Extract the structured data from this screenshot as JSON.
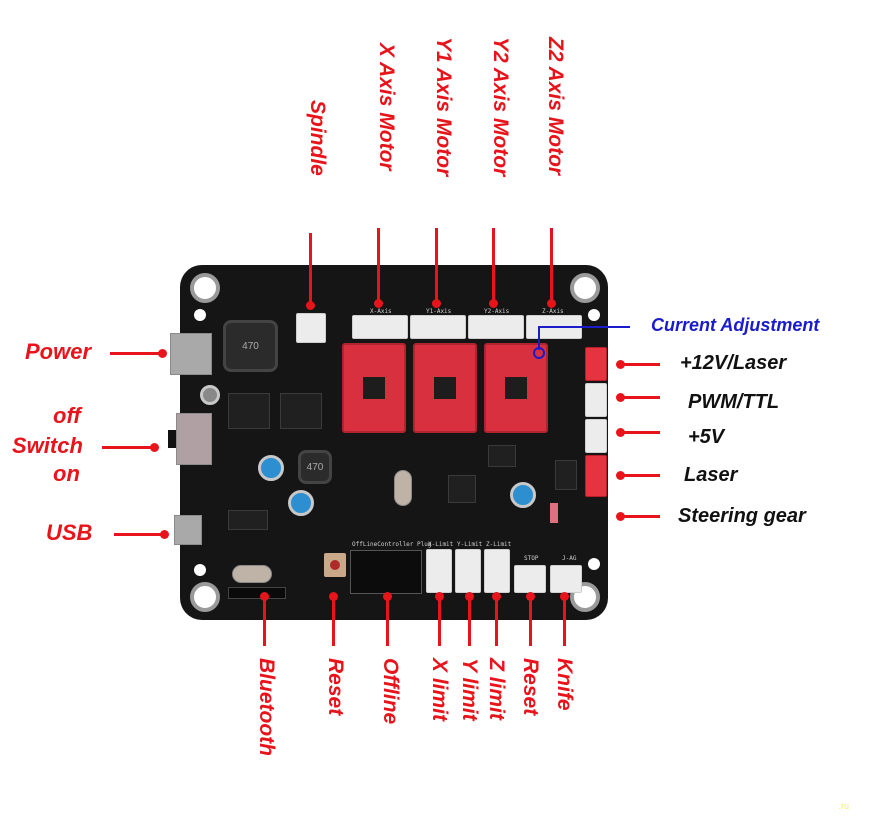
{
  "title": "CNC controller board connector diagram",
  "colors": {
    "label_red": "#e8141b",
    "label_black": "#111111",
    "label_blue": "#1a1ccc",
    "board": "#151515"
  },
  "top_labels": [
    {
      "id": "spindle",
      "text": "Spindle"
    },
    {
      "id": "x-axis-motor",
      "text": "X Axis Motor"
    },
    {
      "id": "y1-axis-motor",
      "text": "Y1 Axis Motor"
    },
    {
      "id": "y2-axis-motor",
      "text": "Y2 Axis Motor"
    },
    {
      "id": "z2-axis-motor",
      "text": "Z2 Axis Motor"
    }
  ],
  "left_labels": [
    {
      "id": "power",
      "text": "Power"
    },
    {
      "id": "switch-off",
      "text": "off"
    },
    {
      "id": "switch",
      "text": "Switch"
    },
    {
      "id": "switch-on",
      "text": "on"
    },
    {
      "id": "usb",
      "text": "USB"
    }
  ],
  "right_labels": [
    {
      "id": "current-adjustment",
      "text": "Current Adjustment"
    },
    {
      "id": "12v-laser",
      "text": "+12V/Laser"
    },
    {
      "id": "pwm-ttl",
      "text": "PWM/TTL"
    },
    {
      "id": "5v",
      "text": "+5V"
    },
    {
      "id": "laser",
      "text": "Laser"
    },
    {
      "id": "steering-gear",
      "text": "Steering gear"
    }
  ],
  "bottom_labels": [
    {
      "id": "bluetooth",
      "text": "Bluetooth"
    },
    {
      "id": "reset-1",
      "text": "Reset"
    },
    {
      "id": "offline",
      "text": "Offline"
    },
    {
      "id": "x-limit",
      "text": "X limit"
    },
    {
      "id": "y-limit",
      "text": "Y limit"
    },
    {
      "id": "z-limit",
      "text": "Z limit"
    },
    {
      "id": "reset-2",
      "text": "Reset"
    },
    {
      "id": "knife",
      "text": "Knife"
    }
  ],
  "board_silkscreen": {
    "offline_header": "OffLineController Plug",
    "x_limit": "X-Limit",
    "y_limit": "Y-Limit",
    "z_limit": "Z-Limit",
    "stop": "STOP",
    "jog": "J-AG",
    "x_axis": "X-Axis",
    "y1_axis": "Y1-Axis",
    "y2_axis": "Y2-Axis",
    "z_axis": "Z-Axis",
    "inductor_1": "470",
    "inductor_2": "470"
  },
  "watermark": ".ru"
}
